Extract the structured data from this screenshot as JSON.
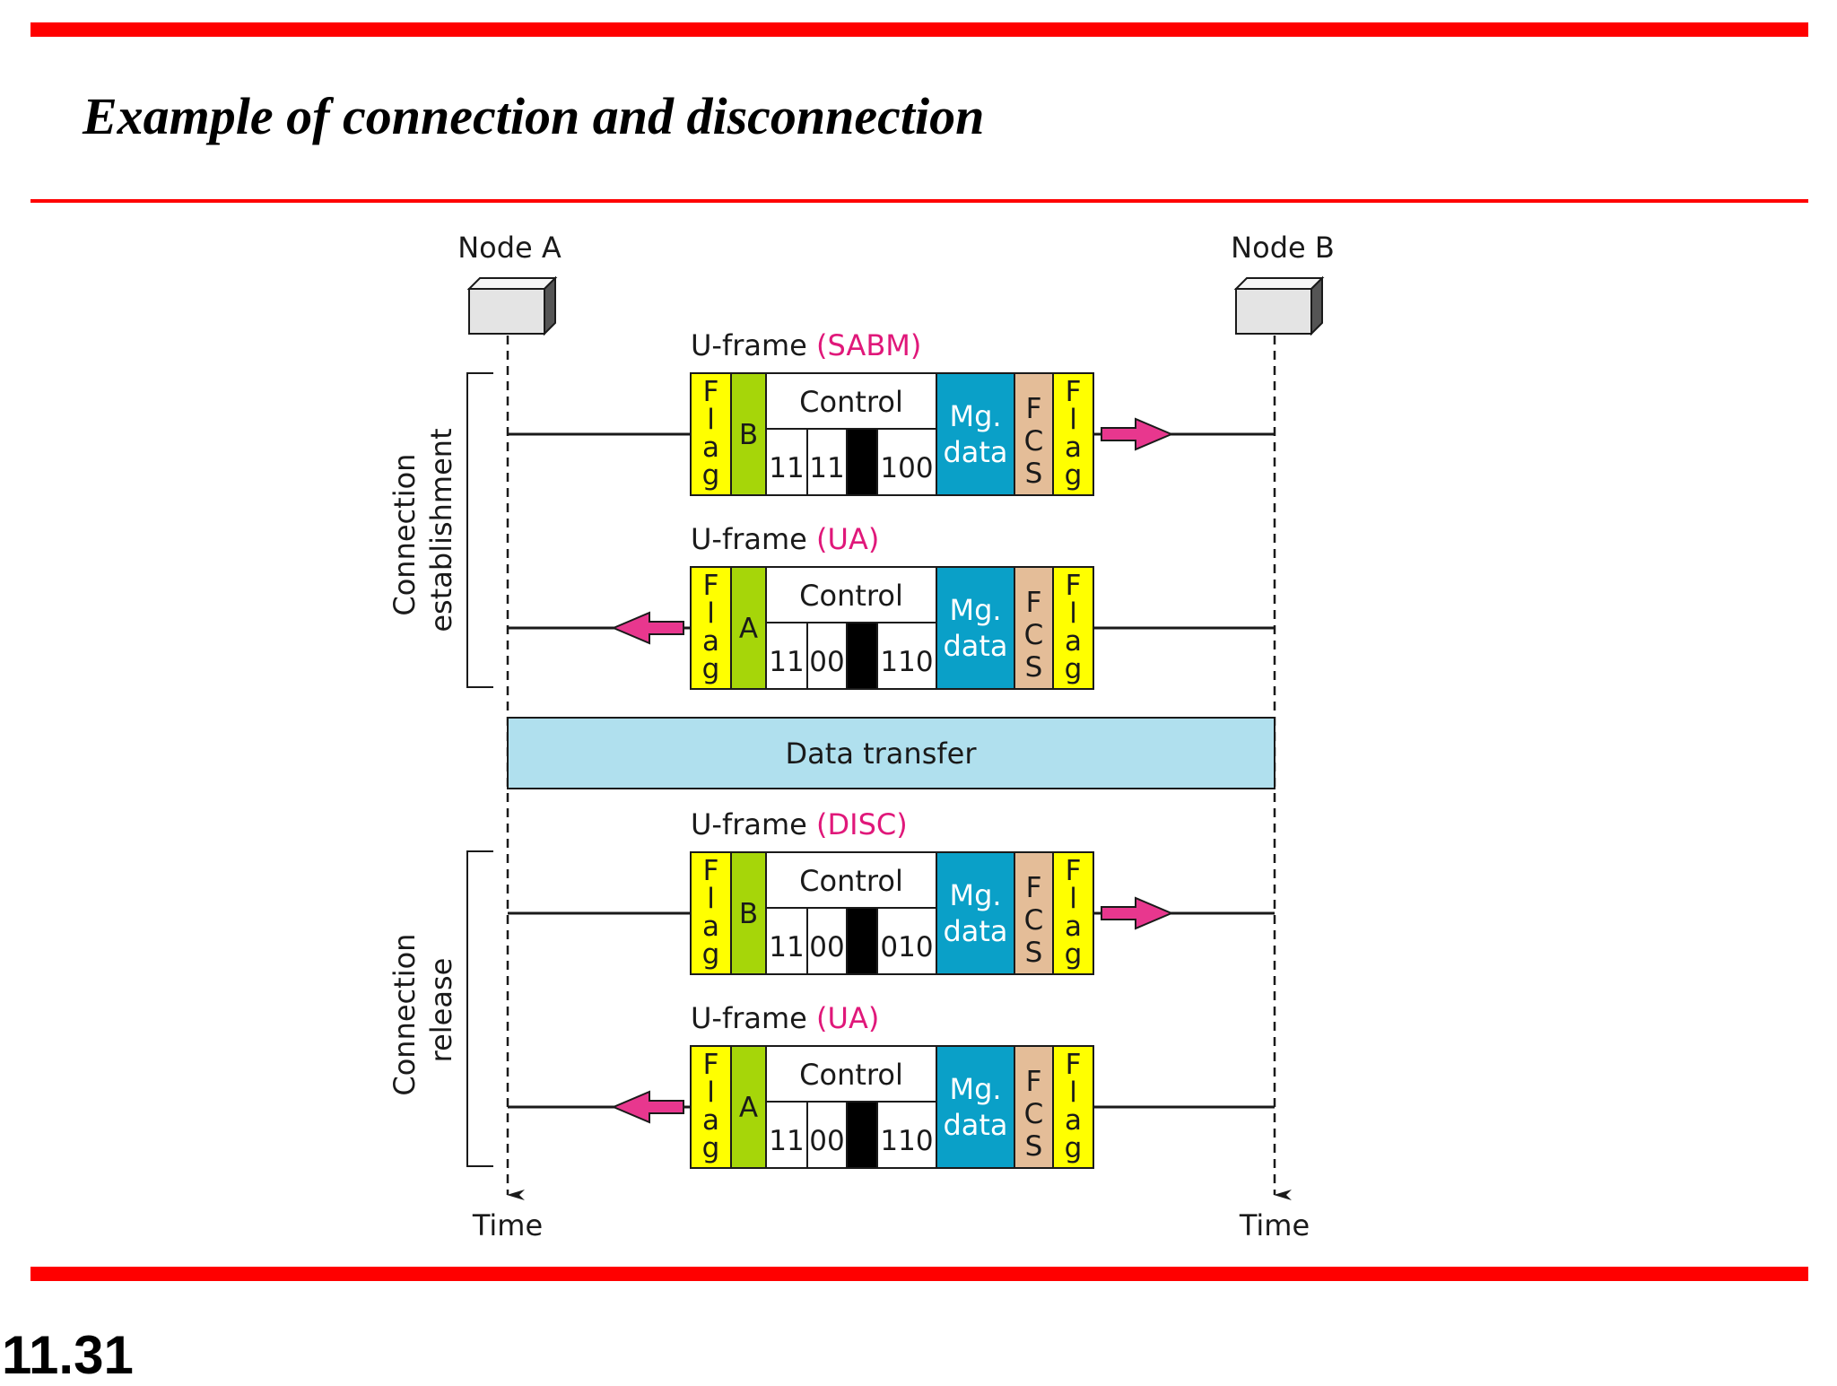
{
  "title": "Example of connection and disconnection",
  "slide_number": "11.31",
  "nodes": {
    "a": "Node A",
    "b": "Node B"
  },
  "time_label": "Time",
  "phases": {
    "establishment": [
      "Connection",
      "establishment"
    ],
    "release": [
      "Connection",
      "release"
    ],
    "data_transfer": "Data transfer"
  },
  "field_labels": {
    "flag": [
      "F",
      "l",
      "a",
      "g"
    ],
    "control": "Control",
    "mgmt": [
      "Mg.",
      "data"
    ],
    "fcs": [
      "F",
      "C",
      "S"
    ]
  },
  "frames": [
    {
      "prefix": "U-frame ",
      "type": "(SABM)",
      "address": "B",
      "bits": [
        "11",
        "11",
        "100"
      ],
      "direction": "A-to-B"
    },
    {
      "prefix": "U-frame ",
      "type": "(UA)",
      "address": "A",
      "bits": [
        "11",
        "00",
        "110"
      ],
      "direction": "B-to-A"
    },
    {
      "prefix": "U-frame ",
      "type": "(DISC)",
      "address": "B",
      "bits": [
        "11",
        "00",
        "010"
      ],
      "direction": "A-to-B"
    },
    {
      "prefix": "U-frame ",
      "type": "(UA)",
      "address": "A",
      "bits": [
        "11",
        "00",
        "110"
      ],
      "direction": "B-to-A"
    }
  ],
  "colors": {
    "accent_red": "#ff0000",
    "flag": "#ffff00",
    "address": "#a6d609",
    "mgmt": "#0aa0c8",
    "fcs": "#e4bd98",
    "data_transfer": "#b0e0ee",
    "arrow": "#e8378e",
    "frame_type": "#e0187a"
  }
}
